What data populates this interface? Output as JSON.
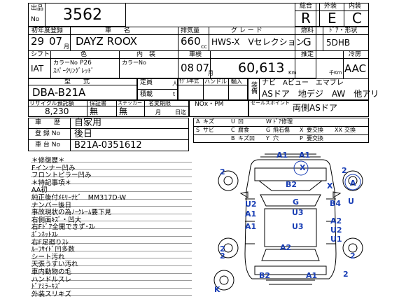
{
  "lot": {
    "label_top": "出品",
    "label_bottom": "No",
    "number": "3562"
  },
  "rating": {
    "overall_label": "総合",
    "overall": "R",
    "exterior_label": "外装",
    "exterior": "E",
    "interior_label": "内装",
    "interior": "C"
  },
  "registration": {
    "label": "初年度登録",
    "year": "29",
    "month": "07",
    "month_unit": "月"
  },
  "model_name": {
    "label": "車　　名",
    "value": "DAYZ ROOX"
  },
  "displacement": {
    "label": "排気量",
    "value": "660",
    "unit": "cc"
  },
  "grade": {
    "label": "グ レ ー ド",
    "value": "HWS-X　Vセレクション"
  },
  "fuel": {
    "label": "燃料",
    "value": "G"
  },
  "doors": {
    "label": "ﾄﾞｱ・形状",
    "value": "5DHB"
  },
  "shift": {
    "label": "シフト",
    "value": "IAT"
  },
  "color": {
    "label": "色",
    "color_no_label": "カラーNo",
    "color_no": "P26",
    "name": "ｽﾊﾟｰｸﾘﾝｸﾞﾚｯﾄﾞ"
  },
  "interior_color": {
    "label": "内　装",
    "color_no_label": "カラーNo"
  },
  "inspection": {
    "label": "車検",
    "year": "08",
    "month": "07",
    "month_unit": "月"
  },
  "mileage": {
    "value": "60,613",
    "unit_km": "Km",
    "unit_thousand": "千Km"
  },
  "estimate": {
    "label": "推定"
  },
  "ac": {
    "label": "冷房",
    "value": "AAC"
  },
  "model_code": {
    "label": "型　　式",
    "value": "DBA-B21A"
  },
  "capacity": {
    "label": "定員",
    "unit": "人"
  },
  "model_handle": {
    "model_label": "ﾓﾃﾞﾙ年式",
    "handle_label": "ハンドル",
    "import_label": "輸入"
  },
  "load": {
    "label": "積載",
    "unit": "t"
  },
  "equipment": {
    "label": "装備",
    "line1": "ナビ　Aビュー　エマブレ",
    "line2": "ASドア　地デジ　AW　他アリ"
  },
  "recycle": {
    "label": "リサイクル預託額",
    "value": "8,230"
  },
  "warranty": {
    "label": "保証書",
    "value": "無"
  },
  "sticker": {
    "label": "ステッカー",
    "value": "無"
  },
  "name_change": {
    "label": "名変期限",
    "month_unit": "月",
    "day_unit": "日迄"
  },
  "nox": {
    "label": "NOx・PM"
  },
  "sales_point": {
    "label": "セールスポイント",
    "value": "両側ASドア"
  },
  "history": {
    "label": "車　　歴",
    "value": "自家用"
  },
  "reg_number": {
    "label": "登 録 No",
    "value": "後日"
  },
  "chassis": {
    "label": "車 台 No",
    "value": "B21A-0351612"
  },
  "legend": [
    [
      "A",
      "キズ",
      "U",
      "凹",
      "W",
      "ﾄﾞｱ修理"
    ],
    [
      "S",
      "サビ",
      "C",
      "腐食",
      "G",
      "飛石傷",
      "X",
      "要交換",
      "XX",
      "交換"
    ],
    [
      "",
      "",
      "B",
      "キズ凹",
      "Y",
      "穴",
      "P",
      "要交換",
      "",
      ""
    ]
  ],
  "notes": [
    "＊修復歴＊",
    "Fインナー凹み",
    "フロントピラー凹み",
    "＊特記事項＊",
    "AA初",
    "純正後付ﾒﾓﾘｰﾅﾋﾞ　MM317D-W",
    "ナンバー後日",
    "事故現状の為ﾉｰｸﾚｰﾑ要下見",
    "右側面ｷｽﾞ・凹大",
    "右Fﾄﾞｱ全開できず･ｽﾚ",
    "ﾎﾞﾝﾈｯﾄｽﾚ",
    "右F足廻りｽﾚ",
    "ﾙｰﾌｻｲﾄﾞ凹多数",
    "シート汚れ",
    "天張うすい汚れ",
    "車内動物の毛",
    "ハンドルスレ",
    "ﾄﾞｱﾐﾗｰｷｽﾞ",
    "外装スリキズ"
  ],
  "diagram_marks": [
    "A1",
    "A1",
    "X",
    "B2",
    "X",
    "2",
    "A",
    "2",
    "U2",
    "A1",
    "G",
    "B4",
    "U",
    "U3",
    "U3",
    "A2",
    "U2",
    "A1",
    "U1",
    "A2",
    "2",
    "B2",
    "A1",
    "2",
    "K",
    "2",
    "2"
  ]
}
